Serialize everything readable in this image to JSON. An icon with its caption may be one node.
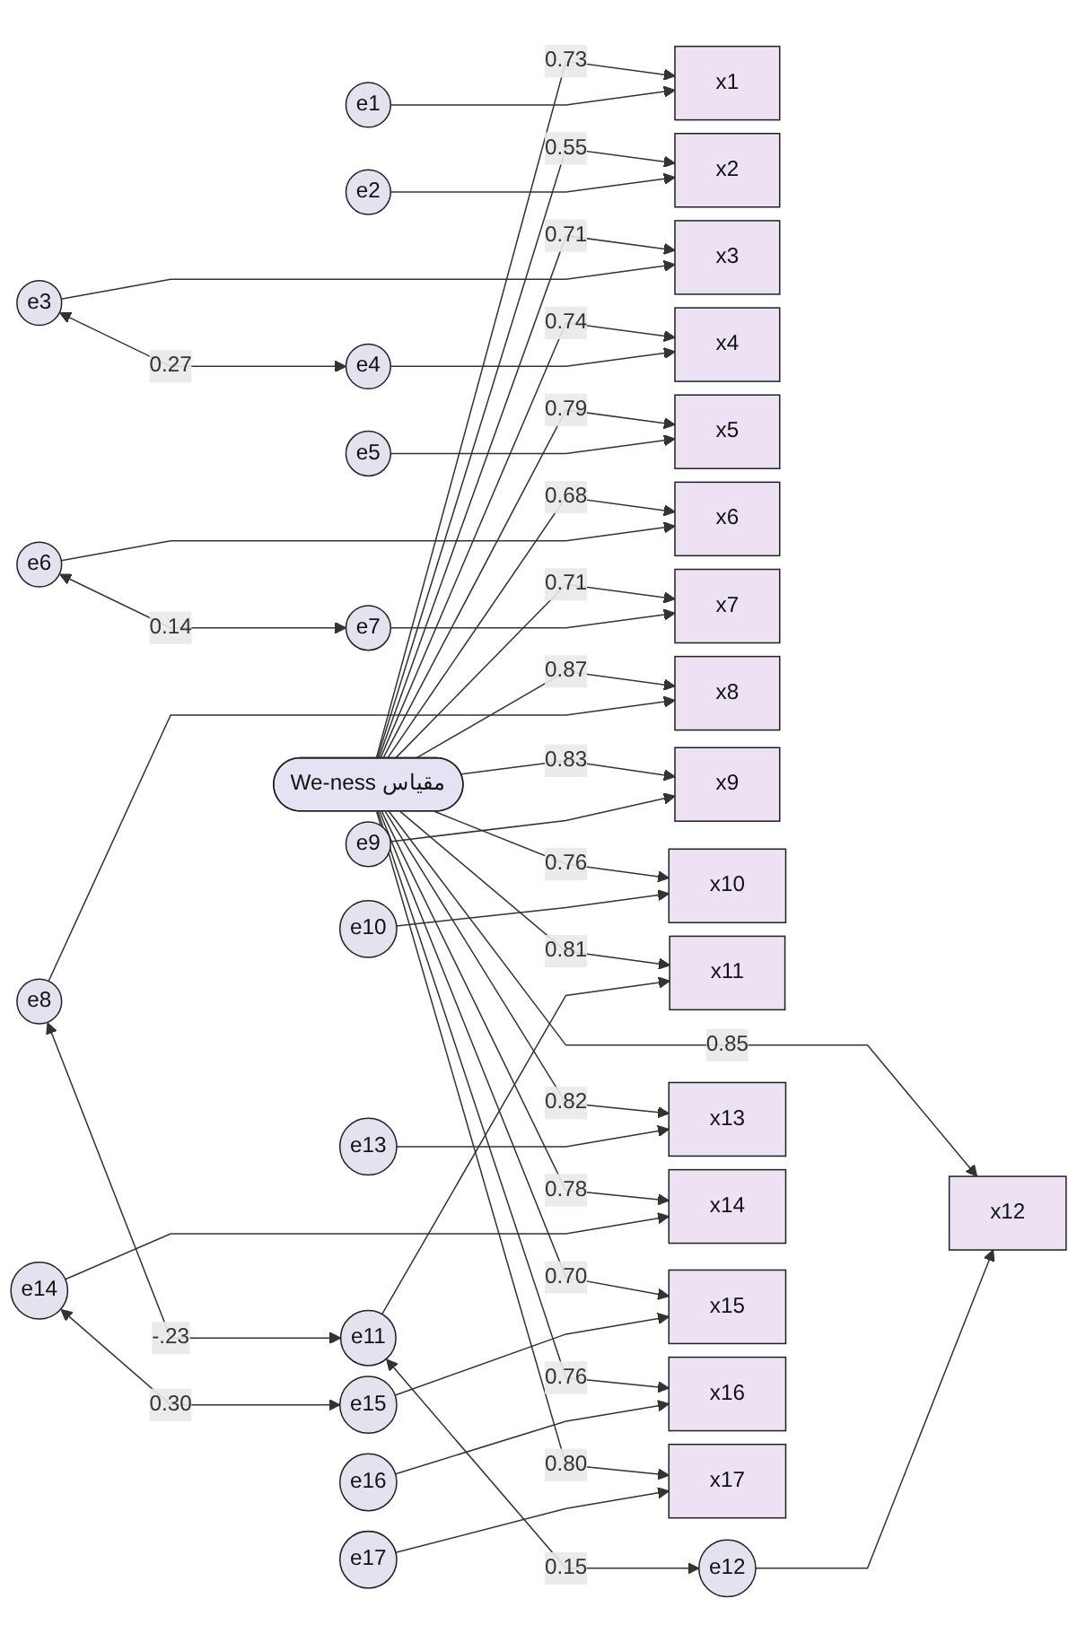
{
  "diagram": {
    "nodes": [
      {
        "text": [
          "e1"
        ]
      },
      {
        "text": [
          "x1"
        ]
      },
      {
        "text": [
          "e2"
        ]
      },
      {
        "text": [
          "x2"
        ]
      },
      {
        "text": [
          "e3"
        ]
      },
      {
        "text": [
          "x3"
        ]
      },
      {
        "text": [
          "e4"
        ]
      },
      {
        "text": [
          "x4"
        ]
      },
      {
        "text": [
          "e5"
        ]
      },
      {
        "text": [
          "x5"
        ]
      },
      {
        "text": [
          "e6"
        ]
      },
      {
        "text": [
          "x6"
        ]
      },
      {
        "text": [
          "e7"
        ]
      },
      {
        "text": [
          "x7"
        ]
      },
      {
        "text": [
          "e8"
        ]
      },
      {
        "text": [
          "x8"
        ]
      },
      {
        "text": [
          "e9"
        ]
      },
      {
        "text": [
          "x9"
        ]
      },
      {
        "text": [
          "e10"
        ]
      },
      {
        "text": [
          "x10"
        ]
      },
      {
        "text": [
          "e11"
        ]
      },
      {
        "text": [
          "x11"
        ]
      },
      {
        "text": [
          "e12"
        ]
      },
      {
        "text": [
          "x12"
        ]
      },
      {
        "text": [
          "e13"
        ]
      },
      {
        "text": [
          "x13"
        ]
      },
      {
        "text": [
          "e14"
        ]
      },
      {
        "text": [
          "x14"
        ]
      },
      {
        "text": [
          "e15"
        ]
      },
      {
        "text": [
          "x15"
        ]
      },
      {
        "text": [
          "e16"
        ]
      },
      {
        "text": [
          "x16"
        ]
      },
      {
        "text": [
          "e17"
        ]
      },
      {
        "text": [
          "x17"
        ]
      },
      {
        "text": [
          "We-ness مقياس"
        ]
      }
    ],
    "edges": [
      {
        "from": 0,
        "to": 1,
        "arrow": "to"
      },
      {
        "from": 2,
        "to": 3,
        "arrow": "to"
      },
      {
        "from": 4,
        "to": 5,
        "arrow": "to"
      },
      {
        "from": 6,
        "to": 7,
        "arrow": "to"
      },
      {
        "from": 8,
        "to": 9,
        "arrow": "to"
      },
      {
        "from": 10,
        "to": 11,
        "arrow": "to"
      },
      {
        "from": 12,
        "to": 13,
        "arrow": "to"
      },
      {
        "from": 14,
        "to": 15,
        "arrow": "to"
      },
      {
        "from": 16,
        "to": 17,
        "arrow": "to"
      },
      {
        "from": 18,
        "to": 19,
        "arrow": "to"
      },
      {
        "from": 20,
        "to": 21,
        "arrow": "to"
      },
      {
        "from": 22,
        "to": 23,
        "arrow": "to"
      },
      {
        "from": 24,
        "to": 25,
        "arrow": "to"
      },
      {
        "from": 26,
        "to": 27,
        "arrow": "to"
      },
      {
        "from": 28,
        "to": 29,
        "arrow": "to"
      },
      {
        "from": 30,
        "to": 31,
        "arrow": "to"
      },
      {
        "from": 32,
        "to": 33,
        "arrow": "to"
      },
      {
        "from": 34,
        "to": 1,
        "arrow": "to",
        "label": "0.73"
      },
      {
        "from": 34,
        "to": 3,
        "arrow": "to",
        "label": "0.55"
      },
      {
        "from": 34,
        "to": 5,
        "arrow": "to",
        "label": "0.71"
      },
      {
        "from": 34,
        "to": 7,
        "arrow": "to",
        "label": "0.74"
      },
      {
        "from": 34,
        "to": 9,
        "arrow": "to",
        "label": "0.79"
      },
      {
        "from": 34,
        "to": 11,
        "arrow": "to",
        "label": "0.68"
      },
      {
        "from": 34,
        "to": 13,
        "arrow": "to",
        "label": "0.71"
      },
      {
        "from": 34,
        "to": 15,
        "arrow": "to",
        "label": "0.87"
      },
      {
        "from": 34,
        "to": 17,
        "arrow": "to",
        "label": "0.83"
      },
      {
        "from": 34,
        "to": 19,
        "arrow": "to",
        "label": "0.76"
      },
      {
        "from": 34,
        "to": 21,
        "arrow": "to",
        "label": "0.81"
      },
      {
        "from": 34,
        "to": 23,
        "arrow": "to",
        "label": "0.85"
      },
      {
        "from": 34,
        "to": 25,
        "arrow": "to",
        "label": "0.82"
      },
      {
        "from": 34,
        "to": 27,
        "arrow": "to",
        "label": "0.78"
      },
      {
        "from": 34,
        "to": 29,
        "arrow": "to",
        "label": "0.70"
      },
      {
        "from": 34,
        "to": 31,
        "arrow": "to",
        "label": "0.76"
      },
      {
        "from": 34,
        "to": 33,
        "arrow": "to",
        "label": "0.80"
      },
      {
        "from": 4,
        "to": 6,
        "arrow": "both",
        "label": "0.27"
      },
      {
        "from": 10,
        "to": 12,
        "arrow": "both",
        "label": "0.14"
      },
      {
        "from": 14,
        "to": 20,
        "arrow": "both",
        "label": "-.23"
      },
      {
        "from": 20,
        "to": 22,
        "arrow": "both",
        "label": "0.15"
      },
      {
        "from": 26,
        "to": 28,
        "arrow": "both",
        "label": "0.30"
      }
    ]
  }
}
